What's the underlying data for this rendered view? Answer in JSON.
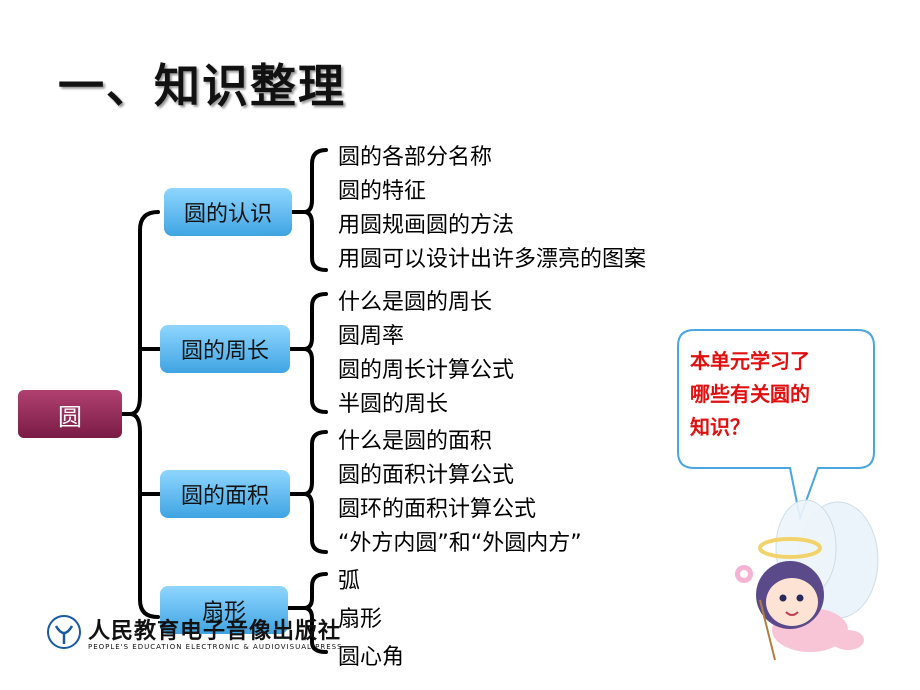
{
  "title": "一、知识整理",
  "root": "圆",
  "branches": [
    {
      "label": "圆的认识",
      "items": [
        "圆的各部分名称",
        "圆的特征",
        "用圆规画圆的方法",
        "用圆可以设计出许多漂亮的图案"
      ]
    },
    {
      "label": "圆的周长",
      "items": [
        "什么是圆的周长",
        "圆周率",
        "圆的周长计算公式",
        "半圆的周长"
      ]
    },
    {
      "label": "圆的面积",
      "items": [
        "什么是圆的面积",
        "圆的面积计算公式",
        "圆环的面积计算公式",
        "“外方内圆”和“外圆内方”"
      ]
    },
    {
      "label": "扇形",
      "items": [
        "弧",
        "扇形",
        "圆心角"
      ]
    }
  ],
  "bubble": {
    "lines": [
      "本单元学习了",
      "哪些有关圆的",
      "知识？"
    ]
  },
  "logo": {
    "name": "人民教育电子音像出版社",
    "subtitle": "PEOPLE'S EDUCATION ELECTRONIC & AUDIOVISUAL PRESS"
  },
  "colors": {
    "root": "#8a2450",
    "node": "#5ab8ee",
    "bubble_text": "#e01010",
    "bubble_border": "#4aa6e0"
  }
}
